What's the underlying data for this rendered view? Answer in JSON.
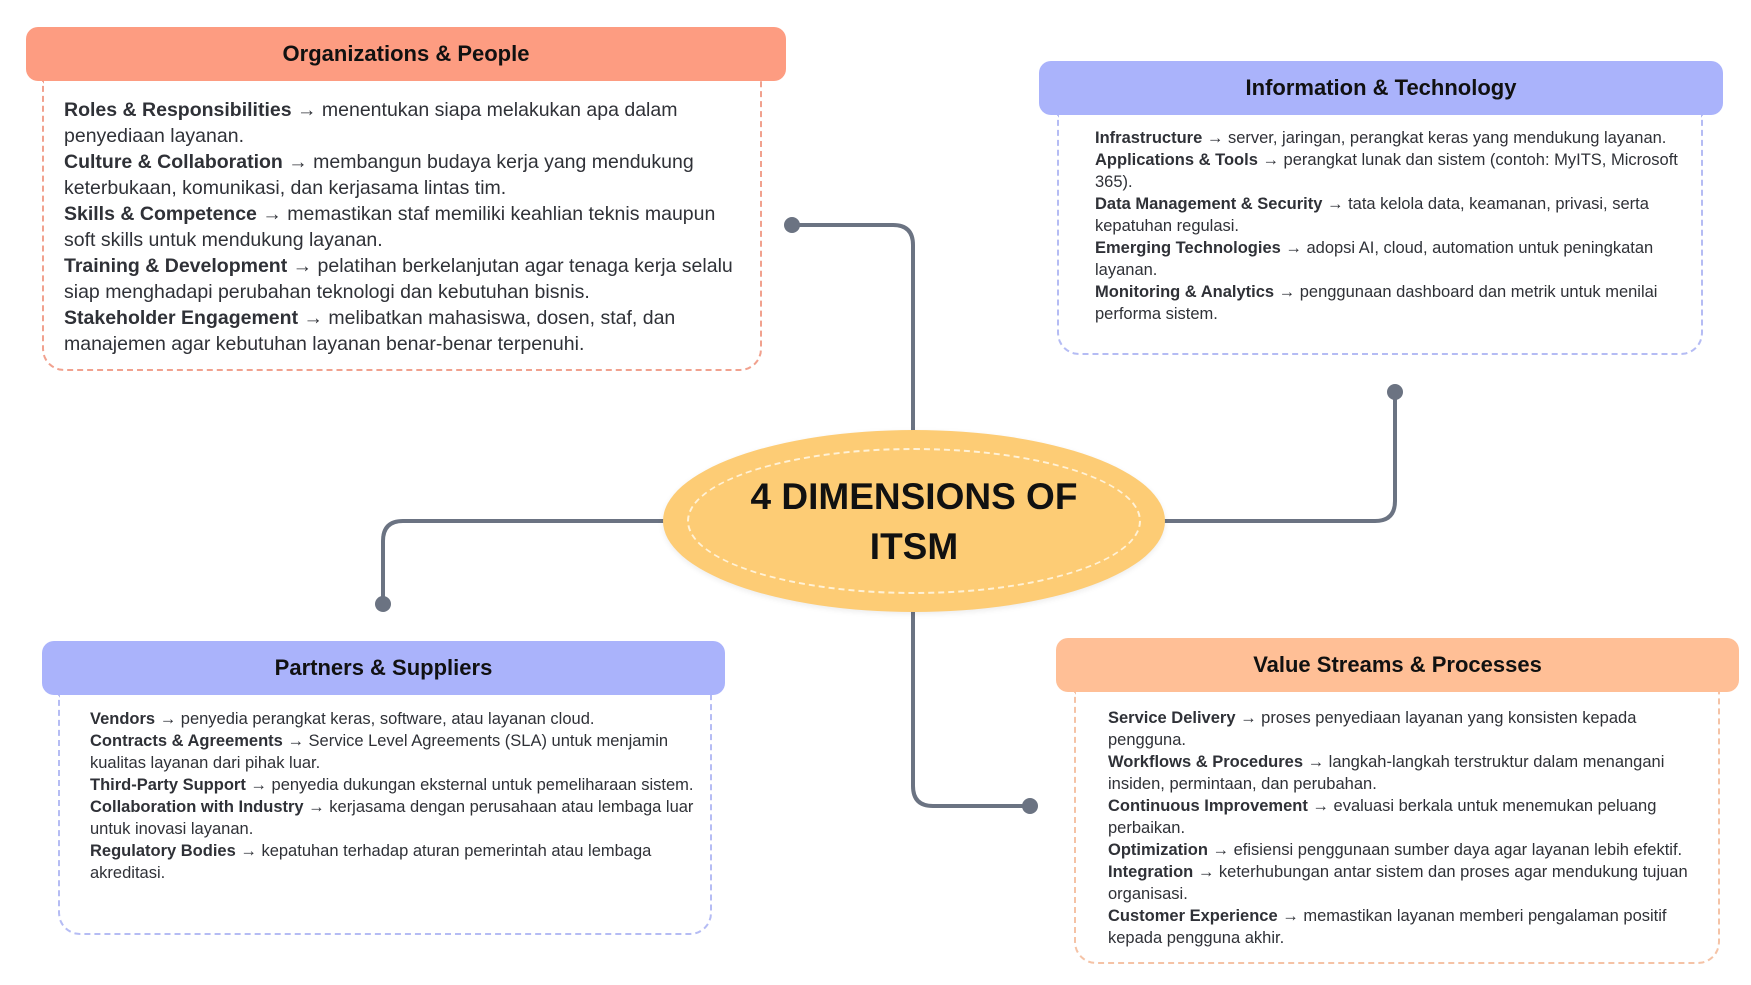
{
  "center": {
    "line1": "4 DIMENSIONS OF",
    "line2": "ITSM"
  },
  "colors": {
    "org_header": "#fd9c81",
    "it_header": "#aab3fb",
    "ps_header": "#aab3fb",
    "vs_header": "#ffbf96",
    "center_fill": "#fdcc75",
    "connector": "#6b7382"
  },
  "cards": {
    "org": {
      "title": "Organizations & People",
      "items": [
        {
          "term": "Roles & Responsibilities",
          "desc": " → menentukan siapa melakukan apa dalam penyediaan layanan."
        },
        {
          "term": "Culture & Collaboration",
          "desc": " → membangun budaya kerja yang mendukung keterbukaan, komunikasi, dan kerjasama lintas tim."
        },
        {
          "term": "Skills & Competence",
          "desc": " → memastikan staf memiliki keahlian teknis maupun soft skills untuk mendukung layanan."
        },
        {
          "term": "Training & Development",
          "desc": " → pelatihan berkelanjutan agar tenaga kerja selalu siap menghadapi perubahan teknologi dan kebutuhan bisnis."
        },
        {
          "term": "Stakeholder Engagement",
          "desc": " → melibatkan mahasiswa, dosen, staf, dan manajemen agar kebutuhan layanan benar-benar terpenuhi."
        }
      ]
    },
    "it": {
      "title": "Information & Technology",
      "items": [
        {
          "term": "Infrastructure",
          "desc": " → server, jaringan, perangkat keras yang mendukung layanan."
        },
        {
          "term": "Applications & Tools",
          "desc": " → perangkat lunak dan sistem (contoh: MyITS, Microsoft 365)."
        },
        {
          "term": "Data Management & Security",
          "desc": " → tata kelola data, keamanan, privasi, serta kepatuhan regulasi."
        },
        {
          "term": "Emerging Technologies",
          "desc": " → adopsi AI, cloud, automation untuk peningkatan layanan."
        },
        {
          "term": "Monitoring & Analytics",
          "desc": " → penggunaan dashboard dan metrik untuk menilai performa sistem."
        }
      ]
    },
    "ps": {
      "title": "Partners & Suppliers",
      "items": [
        {
          "term": "Vendors",
          "desc": " → penyedia perangkat keras, software, atau layanan cloud."
        },
        {
          "term": "Contracts & Agreements",
          "desc": " → Service Level Agreements (SLA) untuk menjamin kualitas layanan dari pihak luar."
        },
        {
          "term": "Third-Party Support",
          "desc": " → penyedia dukungan eksternal untuk pemeliharaan sistem."
        },
        {
          "term": "Collaboration with Industry",
          "desc": " → kerjasama dengan perusahaan atau lembaga luar untuk inovasi layanan."
        },
        {
          "term": "Regulatory Bodies",
          "desc": " → kepatuhan terhadap aturan pemerintah atau lembaga akreditasi."
        }
      ]
    },
    "vs": {
      "title": "Value Streams & Processes",
      "items": [
        {
          "term": "Service Delivery",
          "desc": " → proses penyediaan layanan yang konsisten kepada pengguna."
        },
        {
          "term": "Workflows & Procedures",
          "desc": " → langkah-langkah terstruktur dalam menangani insiden, permintaan, dan perubahan."
        },
        {
          "term": "Continuous Improvement",
          "desc": " → evaluasi berkala untuk menemukan peluang perbaikan."
        },
        {
          "term": "Optimization",
          "desc": " → efisiensi penggunaan sumber daya agar layanan lebih efektif."
        },
        {
          "term": "Integration",
          "desc": " → keterhubungan antar sistem dan proses agar mendukung tujuan organisasi."
        },
        {
          "term": "Customer Experience",
          "desc": " → memastikan layanan memberi pengalaman positif kepada pengguna akhir."
        }
      ]
    }
  }
}
